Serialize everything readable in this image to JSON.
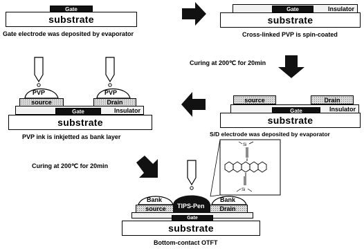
{
  "labels": {
    "gate": "Gate",
    "substrate": "substrate",
    "insulator": "Insulator",
    "source": "source",
    "drain": "Drain",
    "pvp": "PVP",
    "bank": "Bank",
    "tips_pen": "TIPS-Pen"
  },
  "steps": {
    "step1": "Gate electrode was deposited by evaporator",
    "step2": "Cross-linked PVP is spin-coated",
    "step3": "S/D electrode was deposited by evaporator",
    "step4": "PVP ink is inkjetted as bank layer",
    "step5": "Bottom-contact OTFT"
  },
  "transitions": {
    "curing_right": "Curing at 200℃ for 20min",
    "curing_left": "Curing at 200℃ for 20min"
  },
  "molecule": {
    "substituent_label": "Si"
  }
}
